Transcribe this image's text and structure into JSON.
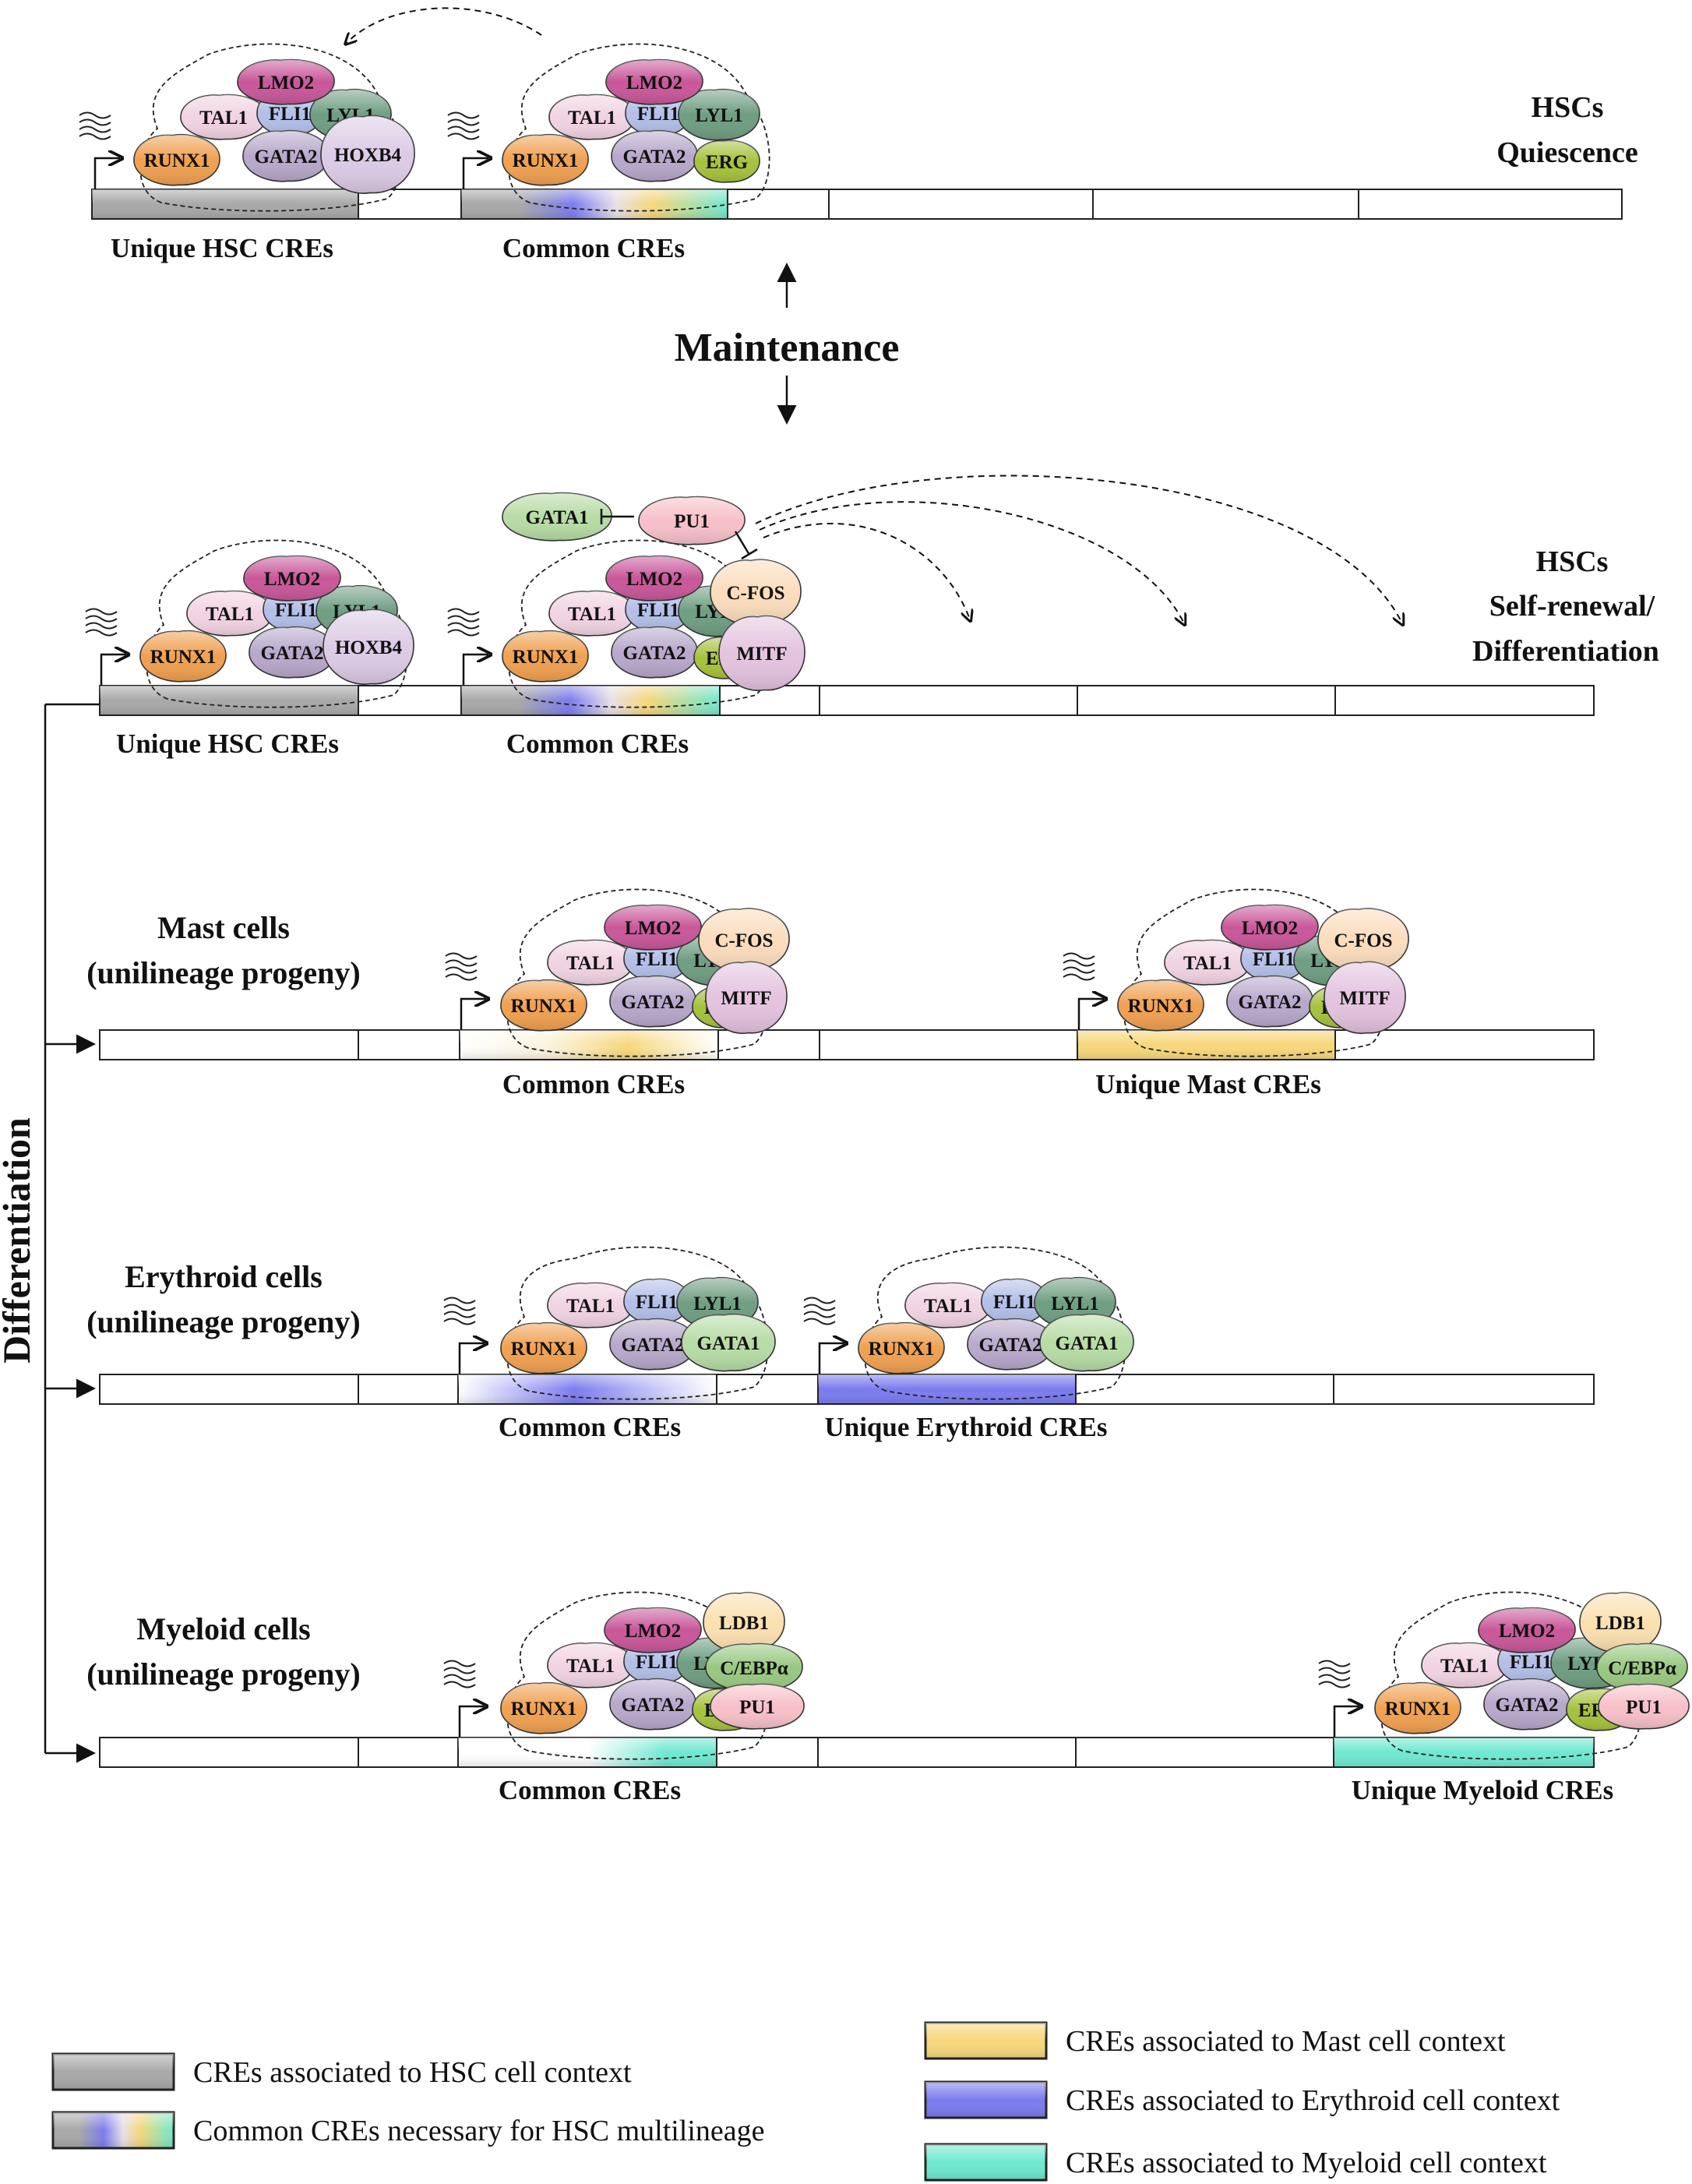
{
  "colors": {
    "hsc": "#a8a8a8",
    "mast": "#f7d77a",
    "erythroid": "#7b7bef",
    "myeloid": "#6fe8cf",
    "LMO2": "#c9579a",
    "TAL1": "#f1d3e2",
    "FLI1": "#b3bfe8",
    "LYL1": "#6f9e82",
    "RUNX1": "#f0a050",
    "GATA2": "#b8a8cc",
    "ERG": "#a6c23c",
    "HOXB4": "#dccbe6",
    "GATA1": "#b7dca5",
    "PU1": "#f7c0c8",
    "CFOS": "#fbdcbc",
    "MITF": "#e4c3df",
    "LDB1": "#fbe0b0",
    "CEBPA": "#98c880"
  },
  "title_maintenance": "Maintenance",
  "axis_label": "Differentiation",
  "rows": [
    {
      "id": "quiescence",
      "state_line1": "HSCs",
      "state_line2": "Quiescence",
      "labels": [
        "Unique HSC CREs",
        "Common CREs"
      ]
    },
    {
      "id": "self_renewal",
      "state_line1": "HSCs",
      "state_line2": "Self-renewal/",
      "state_line3": "Differentiation",
      "labels": [
        "Unique HSC CREs",
        "Common CREs"
      ]
    },
    {
      "id": "mast",
      "title1": "Mast cells",
      "title2": "(unilineage progeny)",
      "labels": [
        "Common CREs",
        "Unique Mast CREs"
      ]
    },
    {
      "id": "erythroid",
      "title1": "Erythroid cells",
      "title2": "(unilineage progeny)",
      "labels": [
        "Common CREs",
        "Unique Erythroid CREs"
      ]
    },
    {
      "id": "myeloid",
      "title1": "Myeloid cells",
      "title2": "(unilineage progeny)",
      "labels": [
        "Common CREs",
        "Unique Myeloid CREs"
      ]
    }
  ],
  "factors": {
    "LMO2": "LMO2",
    "TAL1": "TAL1",
    "FLI1": "FLI1",
    "LYL1": "LYL1",
    "RUNX1": "RUNX1",
    "GATA2": "GATA2",
    "ERG": "ERG",
    "HOXB4": "HOXB4",
    "GATA1": "GATA1",
    "PU1": "PU1",
    "CFOS": "C-FOS",
    "MITF": "MITF",
    "LDB1": "LDB1",
    "CEBPA": "C/EBPα"
  },
  "legend": [
    {
      "text": "CREs associated to HSC cell context",
      "key": "hsc"
    },
    {
      "text": "Common CREs necessary for  HSC multilineage",
      "key": "common"
    },
    {
      "text": "CREs associated to Mast cell context",
      "key": "mast"
    },
    {
      "text": "CREs associated to Erythroid cell context",
      "key": "erythroid"
    },
    {
      "text": "CREs associated to Myeloid cell context",
      "key": "myeloid"
    }
  ]
}
